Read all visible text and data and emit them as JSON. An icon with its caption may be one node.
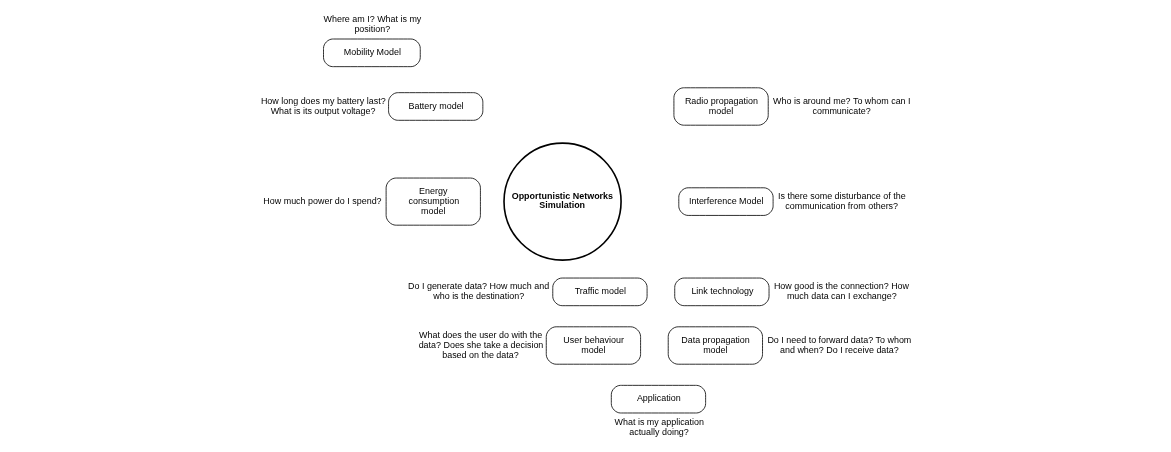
{
  "diagram": {
    "nodes": [
      {
        "text": [
          "Mobility Model"
        ],
        "beside": [
          "Where am I? What is my position?"
        ]
      },
      {
        "text": [
          "Battery model"
        ],
        "beside": [
          "How long does my battery last? What is its output voltage?"
        ]
      },
      {
        "text": [
          "Radio propagation model"
        ],
        "beside": [
          "Who is around me? To whom can I communicate?"
        ]
      },
      {
        "text": [
          "Energy consumption model"
        ],
        "beside": [
          "How much power do I spend?"
        ]
      },
      {
        "text": [
          "Interference Model"
        ],
        "beside": [
          "Is there some disturbance of the communication from others?"
        ]
      },
      {
        "text": [
          "Opportunistic Networks Simulation"
        ]
      },
      {
        "text": [
          "Traffic model"
        ],
        "beside": [
          "Do I generate data? How much and who is the destination?"
        ]
      },
      {
        "text": [
          "Link technology"
        ],
        "beside": [
          "How good is the connection? How much data can I exchange?"
        ]
      },
      {
        "text": [
          "User behaviour model"
        ],
        "beside": [
          "What does the user do with the data? Does she take a decision based on the data?"
        ]
      },
      {
        "text": [
          "Data propagation model"
        ],
        "beside": [
          "Do I need to forward data? To whom and when? Do I receive data?"
        ]
      },
      {
        "text": [
          "Application"
        ],
        "beside": [
          "What is my application actually doing?"
        ]
      }
    ],
    "edges": []
  }
}
